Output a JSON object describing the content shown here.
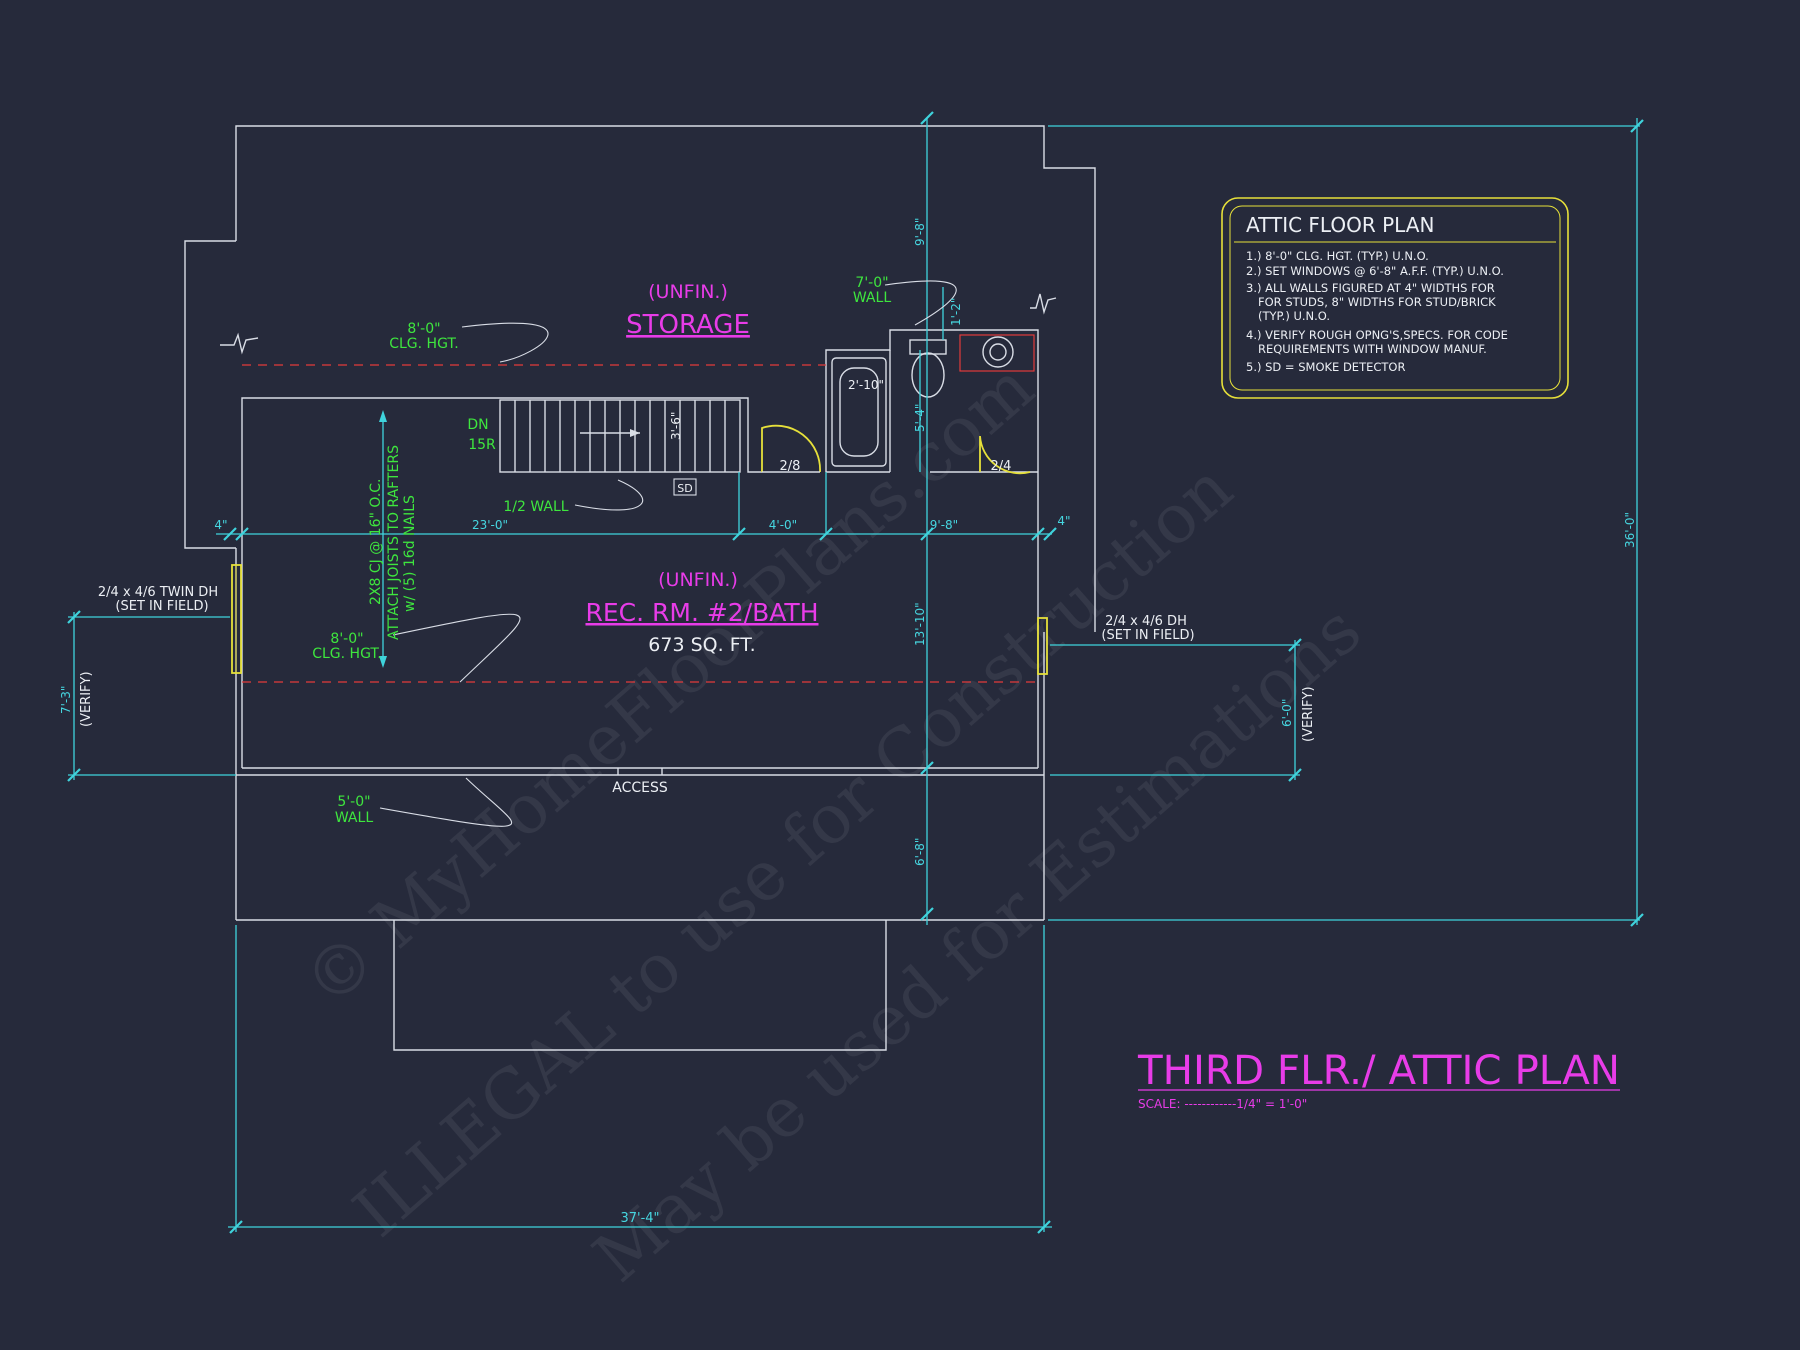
{
  "watermark": {
    "line1": "© MyHomeFloorPlans.com",
    "line2": "ILLEGAL to use for Construction",
    "line3": "May be used for Estimations"
  },
  "notes_box": {
    "title": "ATTIC FLOOR PLAN",
    "notes": [
      "1.) 8'-0\"  CLG. HGT. (TYP.) U.N.O.",
      "2.) SET WINDOWS @ 6'-8\" A.F.F. (TYP.) U.N.O.",
      "3.) ALL WALLS FIGURED AT 4\" WIDTHS FOR",
      "FOR STUDS, 8\" WIDTHS FOR STUD/BRICK",
      "(TYP.) U.N.O.",
      "4.) VERIFY ROUGH OPNG'S,SPECS. FOR CODE",
      "REQUIREMENTS WITH WINDOW MANUF.",
      "5.) SD = SMOKE DETECTOR"
    ]
  },
  "title_block": {
    "title": "THIRD FLR./ ATTIC PLAN",
    "scale": "SCALE: ------------1/4\" = 1'-0\""
  },
  "rooms": {
    "storage_unfin": "(UNFIN.)",
    "storage_name": "STORAGE",
    "rec_unfin": "(UNFIN.)",
    "rec_name": "REC. RM. #2/BATH",
    "rec_area": "673 SQ. FT."
  },
  "labels": {
    "clg_hgt_top_1": "8'-0\"",
    "clg_hgt_top_2": "CLG. HGT.",
    "wall_7_1": "7'-0\"",
    "wall_7_2": "WALL",
    "dn_1": "DN",
    "dn_2": "15R",
    "stair_dim": "3'-6\"",
    "sd": "SD",
    "half_wall": "1/2 WALL",
    "joists_1": "2X8 CJ @ 16\" O.C.",
    "joists_2": "ATTACH JOISTS TO RAFTERS",
    "joists_3": "w/ (5) 16d NAILS",
    "clg_hgt_low_1": "8'-0\"",
    "clg_hgt_low_2": "CLG. HGT.",
    "wall_5_1": "5'-0\"",
    "wall_5_2": "WALL",
    "access": "ACCESS",
    "tub_dim": "2'-10\"",
    "door_a": "2/8",
    "door_b": "2/4",
    "win_left_1": "2/4 x 4/6 TWIN DH",
    "win_left_2": "(SET IN FIELD)",
    "win_right_1": "2/4 x 4/6 DH",
    "win_right_2": "(SET IN FIELD)",
    "verify": "(VERIFY)"
  },
  "dimensions": {
    "d_9_8_top": "9'-8\"",
    "d_1_2": "1'-2\"",
    "d_5_4": "5'-4\"",
    "d_13_10": "13'-10\"",
    "d_6_8": "6'-8\"",
    "d_36_0": "36'-0\"",
    "d_4_left": "4\"",
    "d_23_0": "23'-0\"",
    "d_4_0": "4'-0\"",
    "d_9_8_mid": "9'-8\"",
    "d_4_right": "4\"",
    "d_7_3": "7'-3\"",
    "d_6_0": "6'-0\"",
    "d_37_4": "37'-4\""
  }
}
